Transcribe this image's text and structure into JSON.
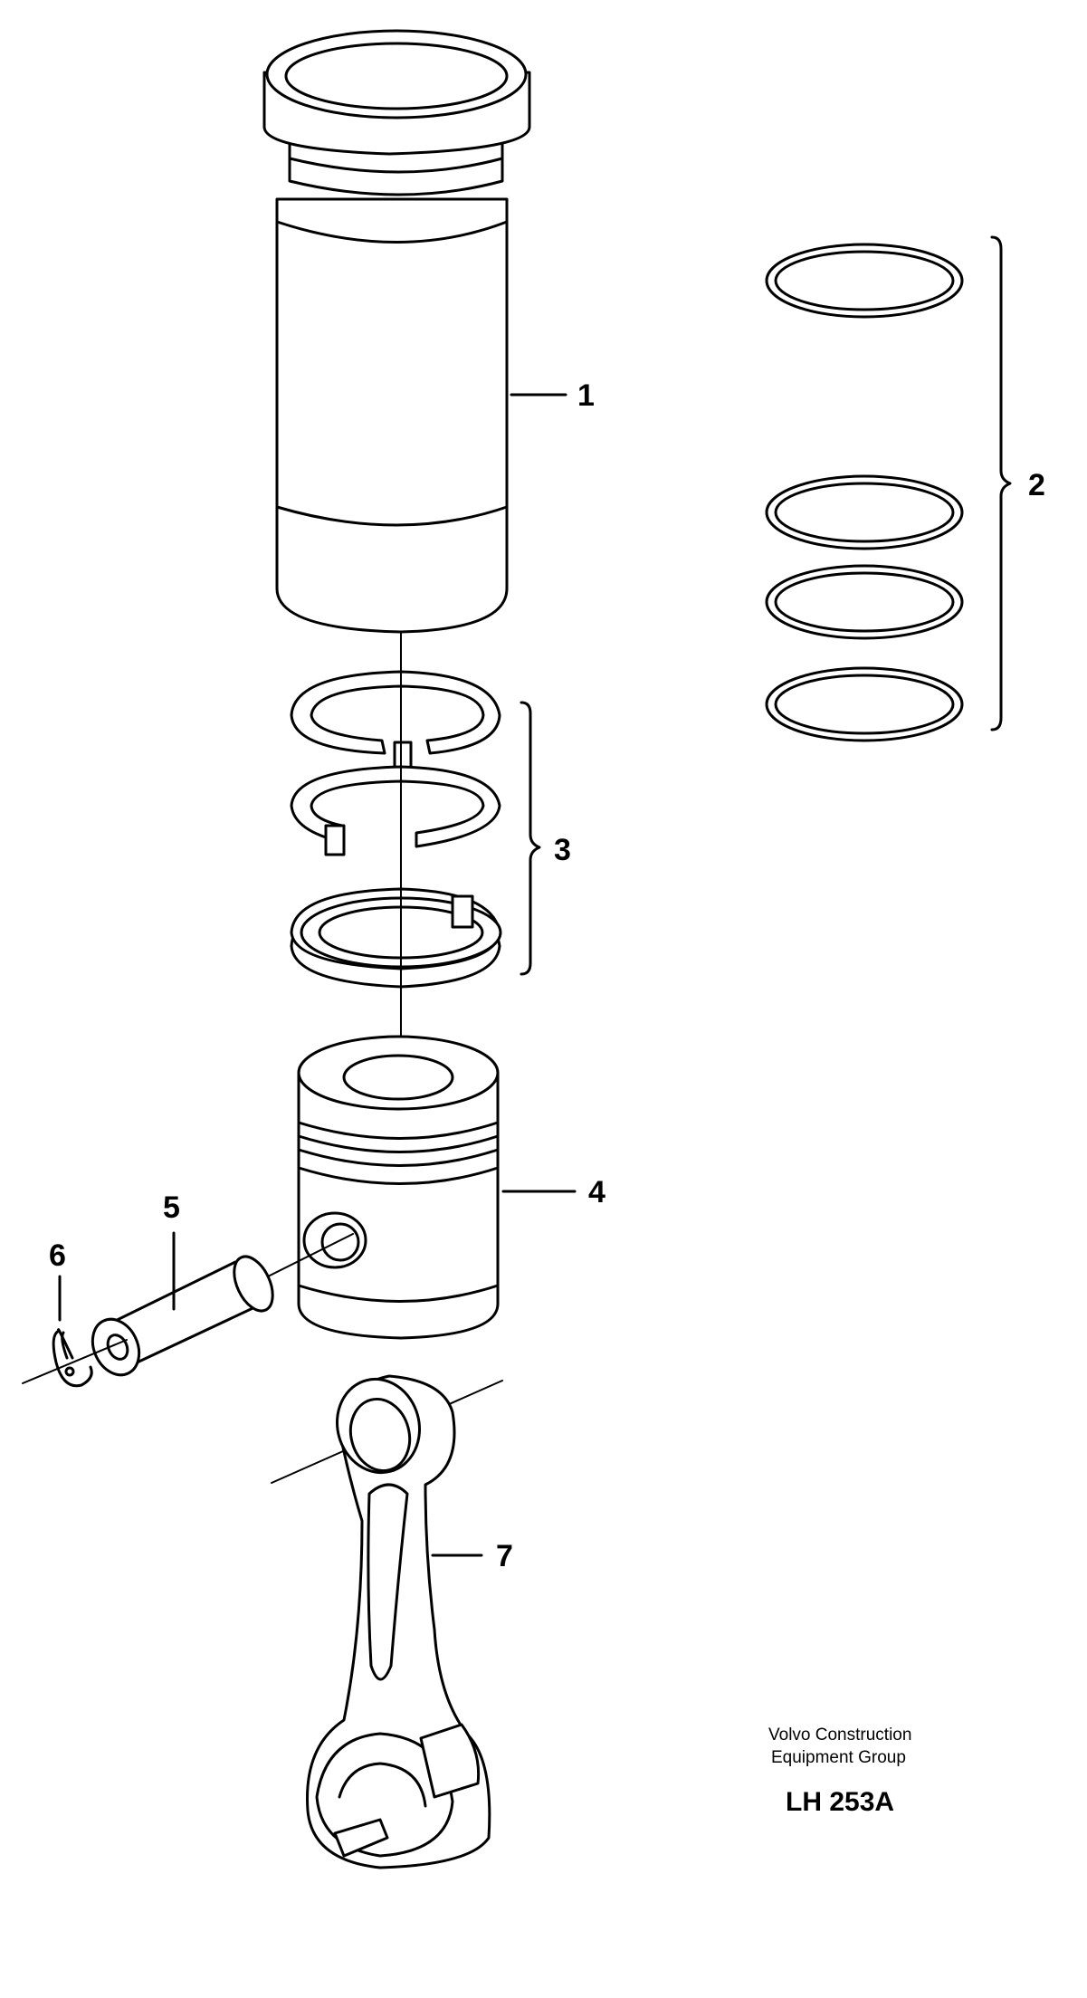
{
  "callouts": {
    "cylinder_liner": "1",
    "seal_rings": "2",
    "piston_rings": "3",
    "piston": "4",
    "piston_pin": "5",
    "circlip": "6",
    "connecting_rod": "7"
  },
  "footer": {
    "company_line1": "Volvo Construction",
    "company_line2": "Equipment Group",
    "drawing_code": "LH 253A"
  }
}
